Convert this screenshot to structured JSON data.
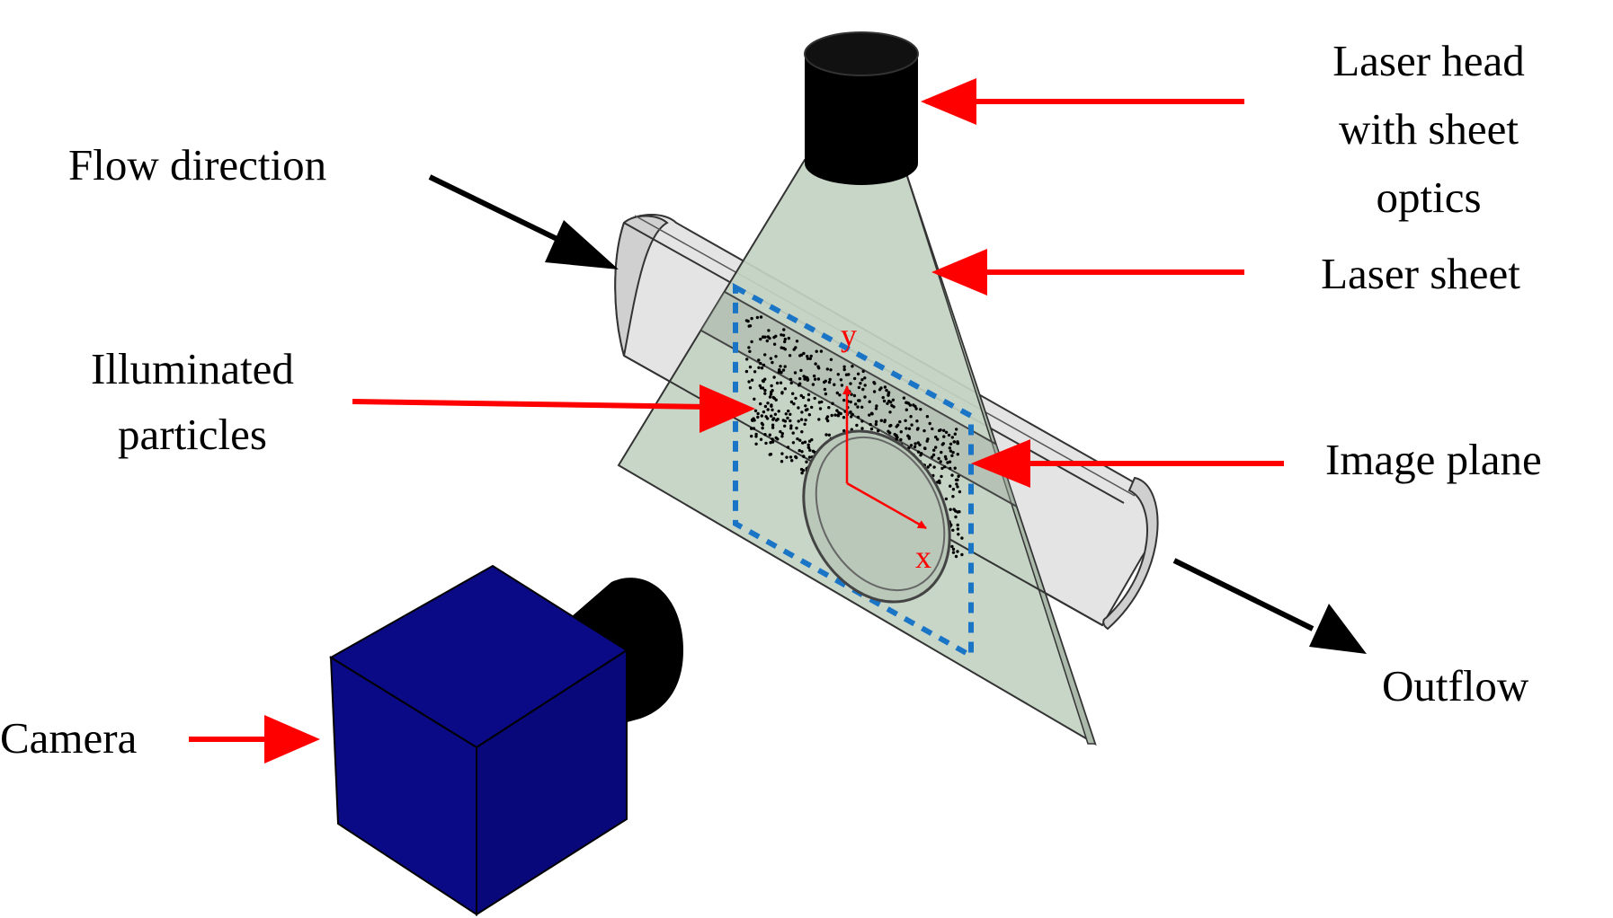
{
  "labels": {
    "laser_head": [
      "Laser head",
      "with sheet",
      "optics"
    ],
    "laser_sheet": "Laser sheet",
    "flow_direction": "Flow direction",
    "illuminated_particles": [
      "Illuminated",
      "particles"
    ],
    "image_plane": "Image plane",
    "camera": "Camera",
    "outflow": "Outflow",
    "axis_x": "x",
    "axis_y": "y"
  },
  "colors": {
    "annotation_arrow": "#ff0000",
    "flow_arrow": "#000000",
    "laser_sheet_fill": "#c3d2c3",
    "camera_body": "#0a0a86",
    "image_plane_border": "#1b75c6",
    "pipe_fill": "#e2e2e2",
    "axis": "#ff0000"
  },
  "components": {
    "laser_head": "black-cylinder",
    "laser_sheet": "translucent-green-triangle",
    "pipe": "transparent-half-cylinder-channel",
    "camera": "blue-cube-with-black-lens"
  }
}
